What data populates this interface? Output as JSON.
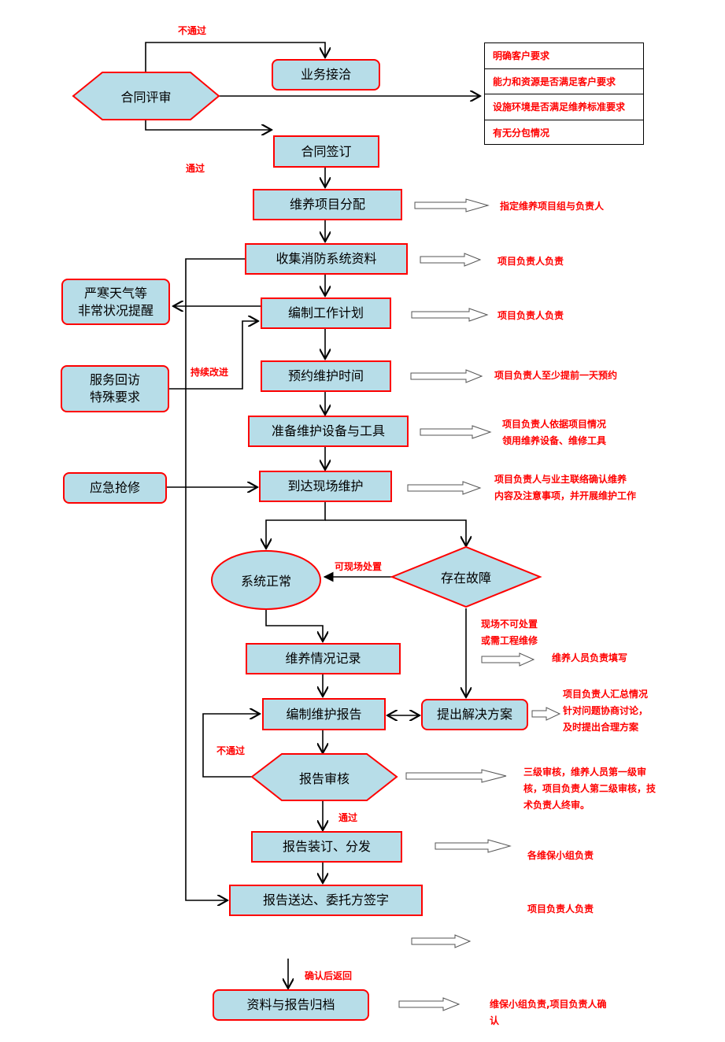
{
  "colors": {
    "node_fill": "#b7dde8",
    "node_border": "#ff0000",
    "note_text": "#ff0000",
    "line": "#000000"
  },
  "nodes": {
    "contract_review": "合同评审",
    "business_contact": "业务接洽",
    "contract_sign": "合同签订",
    "project_assign": "维养项目分配",
    "collect_data": "收集消防系统资料",
    "work_plan": "编制工作计划",
    "schedule_time": "预约维护时间",
    "prepare_tools": "准备维护设备与工具",
    "onsite": "到达现场维护",
    "system_normal": "系统正常",
    "fault_exists": "存在故障",
    "record": "维养情况记录",
    "report_compile": "编制维护报告",
    "solution": "提出解决方案",
    "report_review": "报告审核",
    "report_bind": "报告装订、分发",
    "report_deliver": "报告送达、委托方签字",
    "archive": "资料与报告归档",
    "weather_alert_1": "严寒天气等",
    "weather_alert_2": "非常状况提醒",
    "followup_1": "服务回访",
    "followup_2": "特殊要求",
    "emergency": "应急抢修"
  },
  "requirements": [
    "明确客户要求",
    "能力和资源是否满足客户要求",
    "设施环境是否满足维养标准要求",
    "有无分包情况"
  ],
  "labels": {
    "not_pass_top": "不通过",
    "pass_top": "通过",
    "continuous_improve": "持续改进",
    "onsite_handle": "可现场处置",
    "not_onsite_1": "现场不可处置",
    "not_onsite_2": "或需工程维修",
    "not_pass_review": "不通过",
    "pass_review": "通过",
    "confirm_return": "确认后返回"
  },
  "notes": {
    "assign": "指定维养项目组与负责人",
    "collect": "项目负责人负责",
    "plan": "项目负责人负责",
    "schedule": "项目负责人至少提前一天预约",
    "prepare_1": "项目负责人依据项目情况",
    "prepare_2": "领用维养设备、维修工具",
    "onsite_1": "项目负责人与业主联络确认维养",
    "onsite_2": "内容及注意事项，并开展维护工作",
    "record": "维养人员负责填写",
    "solution_1": "项目负责人汇总情况",
    "solution_2": "针对问题协商讨论，",
    "solution_3": "及时提出合理方案",
    "review_1": "三级审核，维养人员第一级审",
    "review_2": "核，项目负责人第二级审核，技",
    "review_3": "术负责人终审。",
    "bind": "各维保小组负责",
    "deliver": "项目负责人负责",
    "archive_1": "维保小组负责,项目负责人确",
    "archive_2": "认"
  }
}
